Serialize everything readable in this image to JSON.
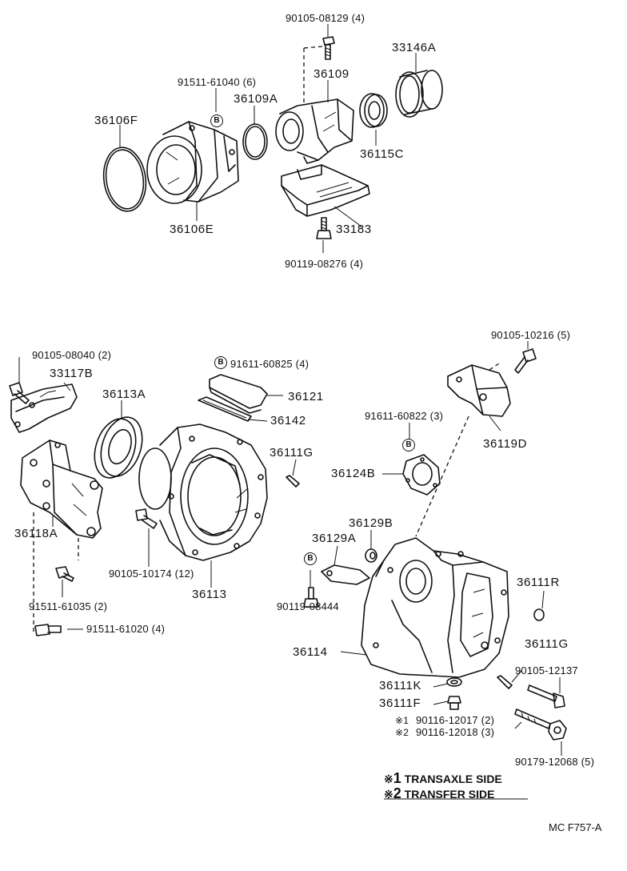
{
  "diagram": {
    "code": "MC F757-A",
    "notes": [
      {
        "mark": "※",
        "num": "1",
        "text": "TRANSAXLE SIDE"
      },
      {
        "mark": "※",
        "num": "2",
        "text": "TRANSFER SIDE"
      }
    ],
    "parts": {
      "p90105_08129": "90105-08129 (4)",
      "p33146a": "33146A",
      "p91511_61040": "91511-61040 (6)",
      "p36109": "36109",
      "p36109a": "36109A",
      "p36106f": "36106F",
      "p36115c": "36115C",
      "p36106e": "36106E",
      "p33183": "33183",
      "p90119_08276": "90119-08276 (4)",
      "p90105_10216": "90105-10216 (5)",
      "p90105_08040": "90105-08040 (2)",
      "p91611_60825": "91611-60825 (4)",
      "p33117b": "33117B",
      "p36113a": "36113A",
      "p36121": "36121",
      "p36142": "36142",
      "p91611_60822": "91611-60822 (3)",
      "p36119d": "36119D",
      "p36111g_top": "36111G",
      "p36124b": "36124B",
      "p36129b": "36129B",
      "p36129a": "36129A",
      "p36118a": "36118A",
      "p90105_10174": "90105-10174 (12)",
      "p36113": "36113",
      "p90119_08444": "90119-08444",
      "p36111r": "36111R",
      "p91511_61035": "91511-61035 (2)",
      "p91511_61020": "91511-61020 (4)",
      "p36114": "36114",
      "p36111g_bot": "36111G",
      "p90105_12137": "90105-12137",
      "p36111k": "36111K",
      "p36111f": "36111F",
      "p90116_12017": "90116-12017 (2)",
      "p90116_12018": "90116-12018 (3)",
      "m1": "※1",
      "m2": "※2",
      "p90179_12068": "90179-12068 (5)"
    },
    "bolt_marks": [
      "B",
      "B",
      "B",
      "B"
    ]
  }
}
